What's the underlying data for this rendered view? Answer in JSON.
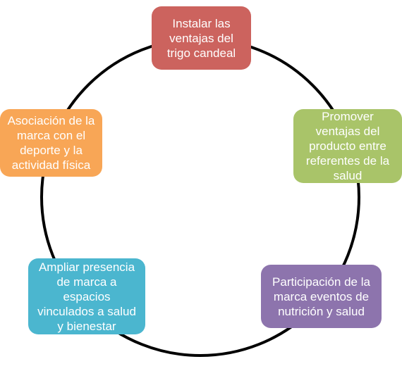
{
  "diagram": {
    "type": "cycle",
    "ring_color": "#000000",
    "nodes": [
      {
        "text": "Instalar las\nventajas del\ntrigo candeal",
        "color": "#cc635e"
      },
      {
        "text": "Promover\nventajas del\nproducto entre\nreferentes de la\nsalud",
        "color": "#a9c469"
      },
      {
        "text": "Participación de la\nmarca eventos de\nnutrición y salud",
        "color": "#8d74ad"
      },
      {
        "text": "Ampliar presencia\nde marca a\nespacios\nvinculados a salud\ny bienestar",
        "color": "#4bb6cf"
      },
      {
        "text": "Asociación de la\nmarca con el\ndeporte y la\nactividad física",
        "color": "#f8a656"
      }
    ]
  }
}
